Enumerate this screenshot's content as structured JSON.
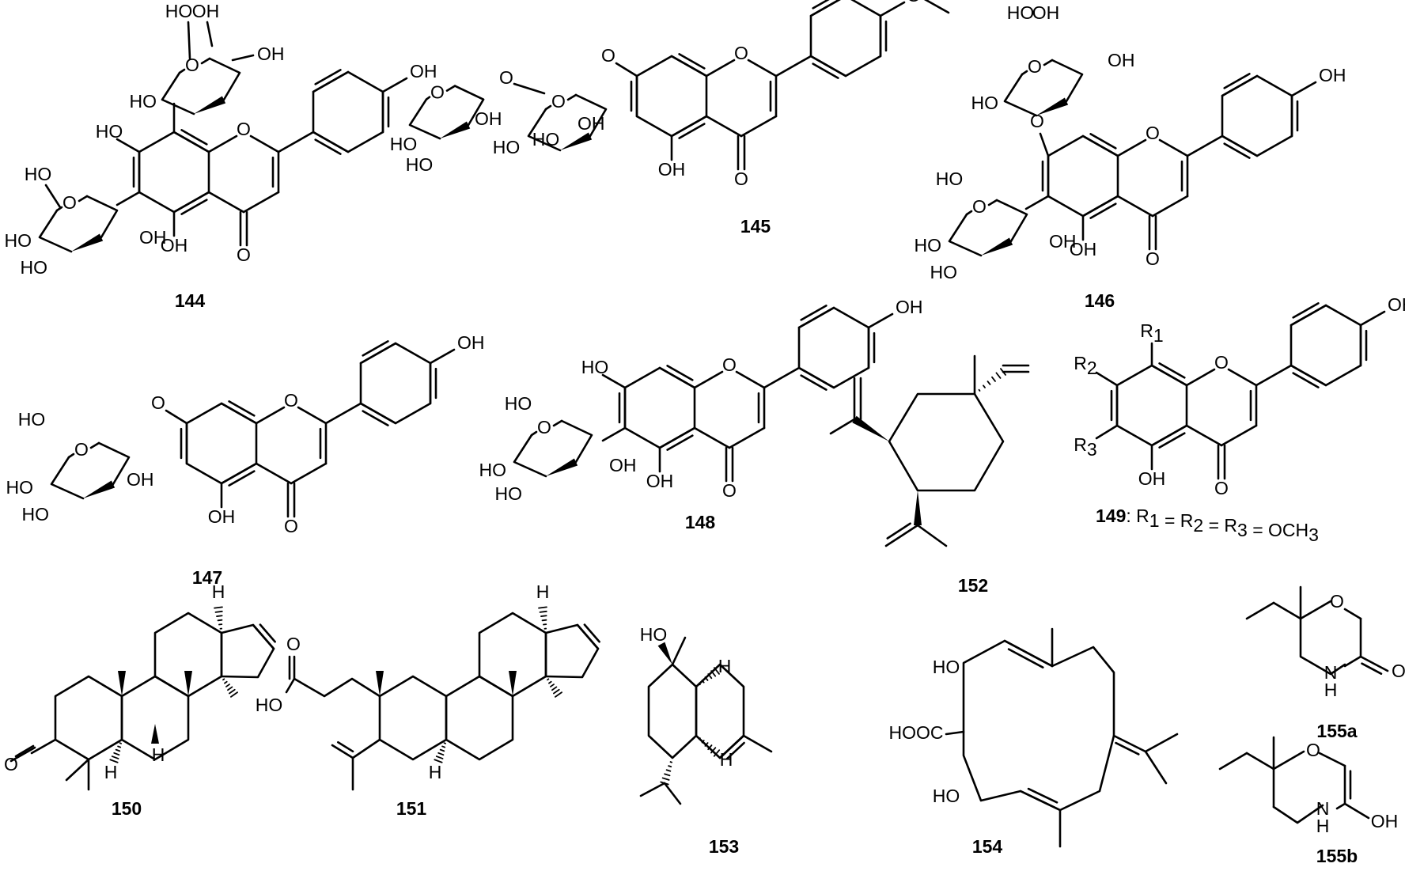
{
  "compounds": [
    {
      "id": "144"
    },
    {
      "id": "145"
    },
    {
      "id": "146"
    },
    {
      "id": "147"
    },
    {
      "id": "148"
    },
    {
      "id": "149",
      "note": ": R1 = R2 = R3 = OCH3"
    },
    {
      "id": "150"
    },
    {
      "id": "151"
    },
    {
      "id": "152"
    },
    {
      "id": "153"
    },
    {
      "id": "154"
    },
    {
      "id": "155a"
    },
    {
      "id": "155b"
    }
  ],
  "labels": {
    "oh": "OH",
    "ho": "HO",
    "o": "O",
    "h": "H",
    "n": "N",
    "hooc": "HOOC",
    "r1": "R1",
    "r2": "R2",
    "r3": "R3"
  }
}
